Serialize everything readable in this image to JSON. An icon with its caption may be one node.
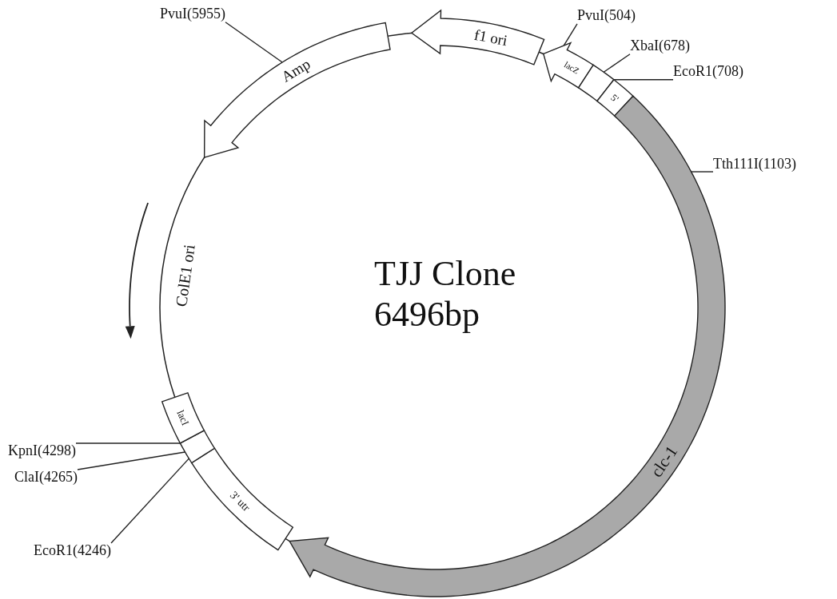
{
  "diagram": {
    "title": "TJJ Clone 6496bp",
    "nodes": [
      {
        "text": [
          "Amp"
        ]
      },
      {
        "text": [
          "f1 ori"
        ]
      },
      {
        "text": [
          "lacZ"
        ]
      },
      {
        "text": [],
        "shape": "box"
      },
      {
        "text": [
          "5'"
        ]
      },
      {
        "text": [
          "clc-1"
        ]
      },
      {
        "text": [
          "3' utr"
        ]
      },
      {
        "text": [],
        "shape": "box"
      },
      {
        "text": [
          "lacI"
        ]
      },
      {
        "text": [
          "PvuI(5955)"
        ]
      },
      {
        "text": [
          "PvuI(504)"
        ]
      },
      {
        "text": [
          "XbaI(678)"
        ]
      },
      {
        "text": [
          "EcoR1(708)"
        ]
      },
      {
        "text": [
          "Tth111I(1103)"
        ]
      },
      {
        "text": [
          "KpnI(4298)"
        ]
      },
      {
        "text": [
          "ClaI(4265)"
        ]
      },
      {
        "text": [
          "EcoR1(4246)"
        ]
      }
    ],
    "edges": [
      {
        "from": 9,
        "to": 0,
        "arrow": "none"
      },
      {
        "from": 10,
        "to": 2,
        "arrow": "none"
      },
      {
        "from": 11,
        "to": 3,
        "arrow": "none"
      },
      {
        "from": 12,
        "to": 4,
        "arrow": "none"
      },
      {
        "from": 13,
        "to": 5,
        "arrow": "none"
      },
      {
        "from": 14,
        "to": 8,
        "arrow": "none"
      },
      {
        "from": 15,
        "to": 7,
        "arrow": "none"
      },
      {
        "from": 16,
        "to": 7,
        "arrow": "none"
      }
    ],
    "labels": [
      "ColE1 ori"
    ]
  }
}
